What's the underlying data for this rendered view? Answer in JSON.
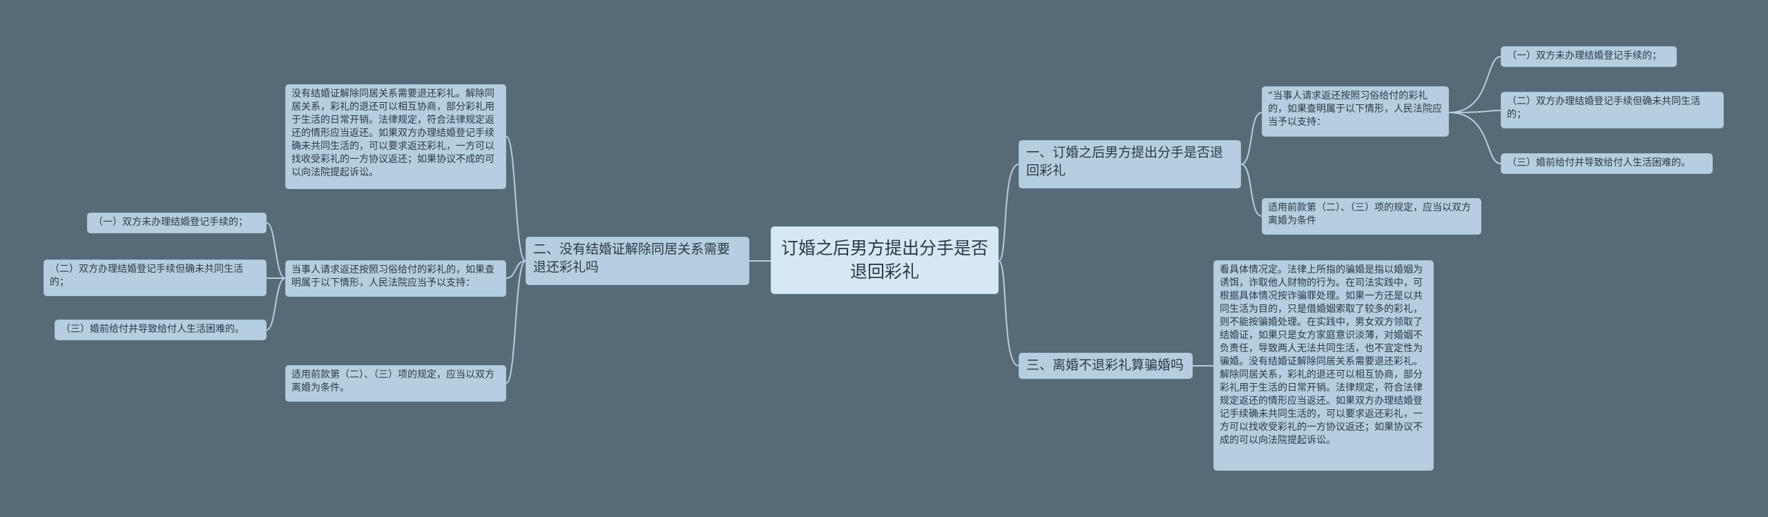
{
  "root": {
    "title": "订婚之后男方提出分手是否退回彩礼"
  },
  "right": {
    "b1": {
      "label": "一、订婚之后男方提出分手是否退回彩礼",
      "quote": "“当事人请求返还按照习俗给付的彩礼的，如果查明属于以下情形，人民法院应当予以支持：",
      "items": [
        "（一）双方未办理结婚登记手续的；",
        "（二）双方办理结婚登记手续但确未共同生活的；",
        "（三）婚前给付并导致给付人生活困难的。"
      ],
      "note": "适用前款第（二）、（三）项的规定，应当以双方离婚为条件"
    },
    "b3": {
      "label": "三、离婚不退彩礼算骗婚吗",
      "detail": "看具体情况定。法律上所指的骗婚是指以婚姻为诱饵，诈取他人财物的行为。在司法实践中，可根据具体情况按诈骗罪处理。如果一方还是以共同生活为目的，只是借婚姻索取了较多的彩礼，则不能按骗婚处理。在实践中，男女双方领取了结婚证，如果只是女方家庭意识淡薄，对婚姻不负责任，导致两人无法共同生活，也不宜定性为骗婚。没有结婚证解除同居关系需要退还彩礼。解除同居关系，彩礼的退还可以相互协商，部分彩礼用于生活的日常开销。法律规定，符合法律规定返还的情形应当返还。如果双方办理结婚登记手续确未共同生活的，可以要求返还彩礼，一方可以找收受彩礼的一方协议返还；如果协议不成的可以向法院提起诉讼。"
    }
  },
  "left": {
    "b2": {
      "label": "二、没有结婚证解除同居关系需要退还彩礼吗",
      "top": "没有结婚证解除同居关系需要退还彩礼。解除同居关系，彩礼的退还可以相互协商，部分彩礼用于生活的日常开销。法律规定，符合法律规定返还的情形应当返还。如果双方办理结婚登记手续确未共同生活的，可以要求返还彩礼，一方可以找收受彩礼的一方协议返还；如果协议不成的可以向法院提起诉讼。",
      "middle": "当事人请求返还按照习俗给付的彩礼的，如果查明属于以下情形，人民法院应当予以支持：",
      "items": [
        "（一）双方未办理结婚登记手续的；",
        "（二）双方办理结婚登记手续但确未共同生活的；",
        "（三）婚前给付并导致给付人生活困难的。"
      ],
      "bottom": "适用前款第（二）、（三）项的规定，应当以双方离婚为条件。"
    }
  },
  "colors": {
    "background": "#566a78",
    "line": "#b7cfe0",
    "node": "#b5cfe1",
    "root": "#d5e8f4"
  }
}
